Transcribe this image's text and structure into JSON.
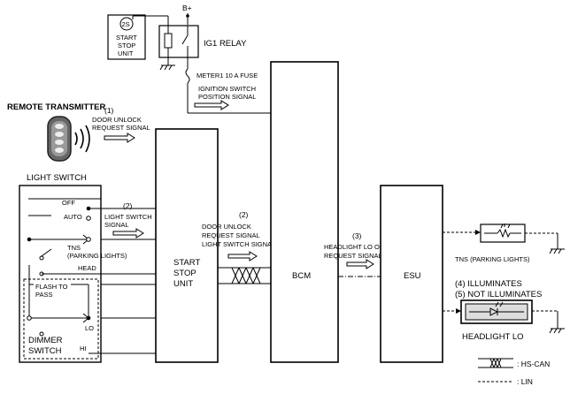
{
  "power": {
    "b_plus": "B+"
  },
  "start_stop_unit_small": {
    "code": "2S",
    "line1": "START",
    "line2": "STOP",
    "line3": "UNIT"
  },
  "ig1_relay": {
    "label": "IG1 RELAY"
  },
  "fuse": {
    "label": "METER1 10 A FUSE"
  },
  "ignition_signal": {
    "line1": "IGNITION SWITCH",
    "line2": "POSITION SIGNAL"
  },
  "remote": {
    "title": "REMOTE TRANSMITTER",
    "step": "(1)",
    "line1": "DOOR UNLOCK",
    "line2": "REQUEST SIGNAL"
  },
  "light_switch": {
    "title": "LIGHT SWITCH",
    "off": "OFF",
    "auto": "AUTO",
    "tns": "TNS",
    "tns_sub": "(PARKING LIGHTS)",
    "head": "HEAD",
    "flash1": "FLASH TO",
    "flash2": "PASS",
    "lo": "LO",
    "hi": "HI",
    "dimmer1": "DIMMER",
    "dimmer2": "SWITCH"
  },
  "light_switch_signal": {
    "step": "(2)",
    "line1": "LIGHT SWITCH",
    "line2": "SIGNAL"
  },
  "start_stop_unit_main": {
    "line1": "START",
    "line2": "STOP",
    "line3": "UNIT"
  },
  "sig2": {
    "step": "(2)",
    "line1": "DOOR UNLOCK",
    "line2": "REQUEST SIGNAL",
    "line3": "LIGHT SWITCH SIGNAL"
  },
  "bcm": {
    "label": "BCM"
  },
  "sig3": {
    "step": "(3)",
    "line1": "HEADLIGHT LO ON",
    "line2": "REQUEST SIGNAL"
  },
  "esu": {
    "label": "ESU"
  },
  "tns_lamp": {
    "label": "TNS (PARKING LIGHTS)"
  },
  "result": {
    "line1": "(4) ILLUMINATES",
    "line2": "(5) NOT ILLUMINATES"
  },
  "headlight": {
    "label": "HEADLIGHT LO"
  },
  "legend": {
    "hscan": ": HS-CAN",
    "lin": ": LIN"
  }
}
